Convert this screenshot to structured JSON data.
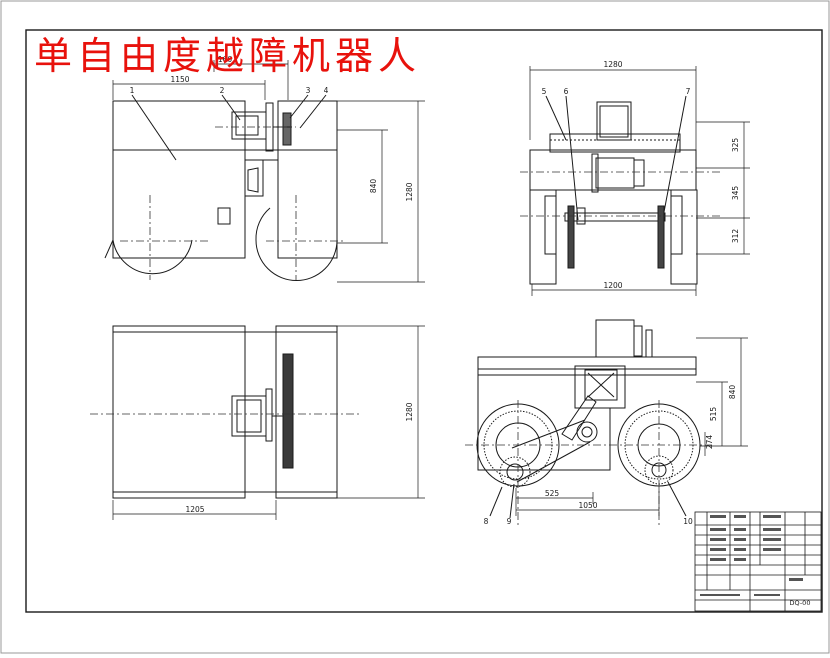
{
  "title": "单自由度越障机器人",
  "colors": {
    "title": "#e8120c",
    "line": "#1a1a1a",
    "dash": "#333333",
    "fill": "#555555"
  },
  "views": {
    "side": {
      "dims": {
        "top": "1150",
        "top2": "160",
        "height": "1280",
        "mid": "840"
      },
      "callouts": [
        "1",
        "2",
        "3",
        "4"
      ]
    },
    "front": {
      "dims": {
        "top": "1280",
        "bottom": "1200",
        "v1": "325",
        "v2": "345",
        "v3": "312"
      },
      "callouts": [
        "5",
        "6",
        "7"
      ]
    },
    "plan": {
      "dims": {
        "bottom": "1205",
        "height": "1280"
      }
    },
    "detail": {
      "dims": {
        "right1": "840",
        "right2": "515",
        "r": "274",
        "b1": "525",
        "b2": "1050"
      },
      "callouts": [
        "8",
        "9",
        "10"
      ]
    }
  },
  "title_block": {
    "drawing_no": "DQ-00"
  }
}
